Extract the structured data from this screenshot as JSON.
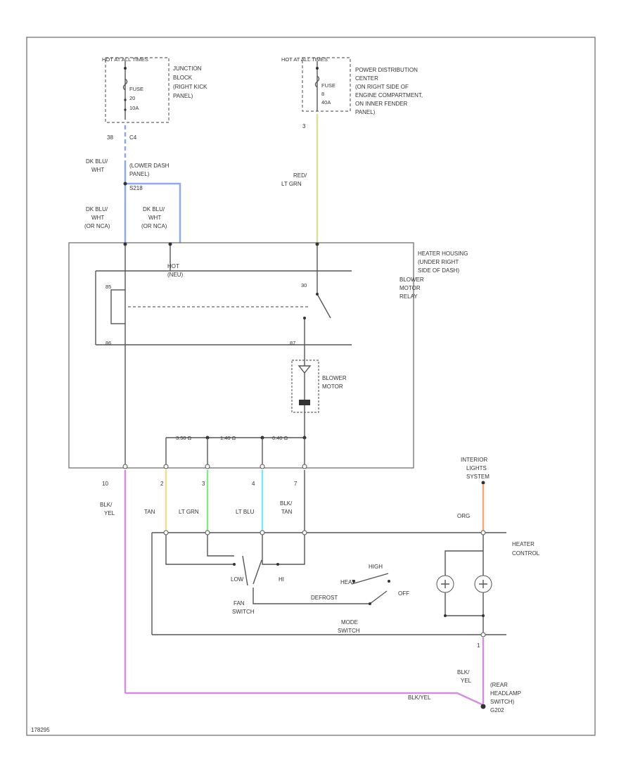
{
  "colors": {
    "dk_blu_wht": "#8fa8ee",
    "red_lt_grn": "#dede9a",
    "blk_yel": "#d48ee0",
    "tan": "#f0e08a",
    "lt_grn": "#88e888",
    "lt_blu": "#7ee8f0",
    "org": "#f2a878"
  },
  "junction_block": {
    "hot_label": "HOT AT ALL TIMES",
    "fuse_label": "FUSE",
    "fuse_num": "20",
    "fuse_rating": "10A",
    "desc": [
      "JUNCTION",
      "BLOCK",
      "(RIGHT KICK",
      "PANEL)"
    ],
    "pin": "38",
    "conn": "C4"
  },
  "pdc": {
    "hot_label": "HOT AT ALL TIMES",
    "fuse_label": "FUSE",
    "fuse_num": "8",
    "fuse_rating": "40A",
    "desc": [
      "POWER DISTRIBUTION",
      "CENTER",
      "(ON RIGHT SIDE OF",
      "ENGINE COMPARTMENT,",
      "ON INNER FENDER",
      "PANEL)"
    ],
    "pin": "3"
  },
  "wires": {
    "dk_blu_wht_top": [
      "DK BLU/",
      "WHT"
    ],
    "lower_dash_panel": [
      "(LOWER DASH",
      "PANEL)"
    ],
    "splice": "S218",
    "dk_blu_wht_left": [
      "DK BLU/",
      "WHT",
      "(OR NCA)"
    ],
    "dk_blu_wht_right": [
      "DK BLU/",
      "WHT",
      "(OR NCA)"
    ],
    "red_lt_grn": [
      "RED/",
      "LT GRN"
    ],
    "hot_in_run": [
      "HOT",
      "(NEU)"
    ],
    "pin_10": "10",
    "pin_2": "2",
    "pin_3": "3",
    "pin_4": "4",
    "pin_7": "7",
    "pin_1": "1",
    "blk_yel_1": [
      "BLK/",
      "YEL"
    ],
    "tan": "TAN",
    "lt_grn": "LT GRN",
    "lt_blu": "LT BLU",
    "blk_tan": [
      "BLK/",
      "TAN"
    ],
    "org": "ORG",
    "blk_yel_2": [
      "BLK/",
      "YEL"
    ],
    "bottom_splice": "BLK/YEL"
  },
  "heater_housing": [
    "HEATER HOUSING",
    "(UNDER RIGHT",
    "SIDE OF DASH)"
  ],
  "blower_relay": {
    "label": [
      "BLOWER",
      "MOTOR",
      "RELAY"
    ],
    "pin_85": "85",
    "pin_86": "86",
    "pin_30": "30",
    "pin_87": "87"
  },
  "blower_motor": [
    "BLOWER",
    "MOTOR"
  ],
  "resistors": [
    "3.50 Ω",
    "1.40 Ω",
    "0.40 Ω"
  ],
  "interior_lights": [
    "INTERIOR",
    "LIGHTS",
    "SYSTEM"
  ],
  "heater_control": [
    "HEATER",
    "CONTROL"
  ],
  "switch_labels": {
    "low": "LOW",
    "hi": "HI",
    "fan_switch": [
      "FAN",
      "SWITCH"
    ],
    "defrost": "DEFROST",
    "heat": "HEAT",
    "high": "HIGH",
    "off": "OFF",
    "mode_switch": [
      "MODE",
      "SWITCH"
    ]
  },
  "rear_headlamp": [
    "(REAR",
    "HEADLAMP",
    "SWITCH)",
    "G202"
  ],
  "figure_id": "178295"
}
